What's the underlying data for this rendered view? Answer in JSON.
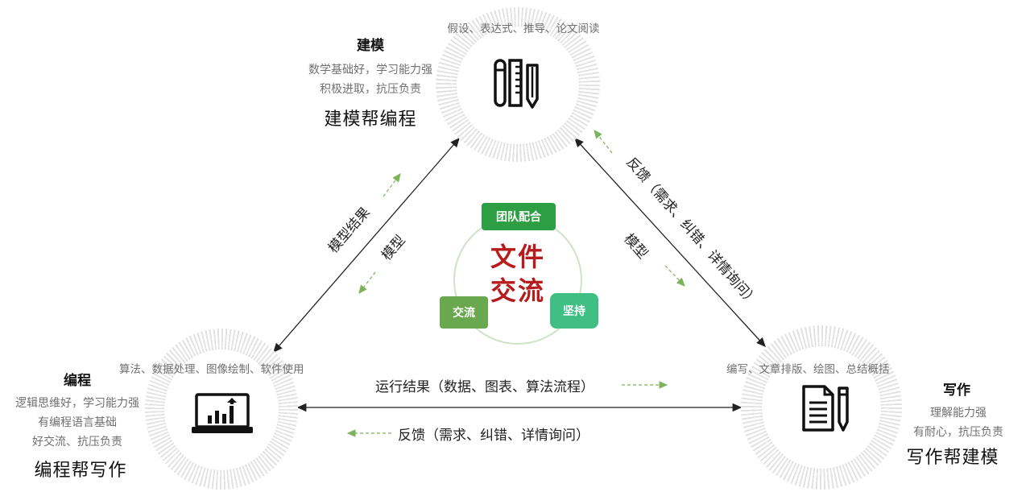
{
  "modeling": {
    "title": "建模",
    "traits_1": "数学基础好，学习能力强",
    "traits_2": "积极进取，抗压负责",
    "role": "建模帮编程",
    "tasks": "假设、表达式、推导、论文阅读",
    "icon": "pencil-ruler-icon"
  },
  "programming": {
    "title": "编程",
    "traits_1": "逻辑思维好，学习能力强",
    "traits_2": "有编程语言基础",
    "traits_3": "好交流、抗压负责",
    "role": "编程帮写作",
    "tasks": "算法、数据处理、图像绘制、软件使用",
    "icon": "laptop-chart-icon"
  },
  "writing": {
    "title": "写作",
    "traits_1": "理解能力强",
    "traits_2": "有耐心，抗压负责",
    "role": "写作帮建模",
    "tasks": "编写、文章排版、绘图、总结概括",
    "icon": "document-pen-icon"
  },
  "center": {
    "line_1": "文件",
    "line_2": "交流",
    "tag_top": "团队配合",
    "tag_left": "交流",
    "tag_right": "坚持"
  },
  "edges": {
    "left_outer": "模型结果",
    "left_inner": "模型",
    "right_outer": "反馈（需求、纠错、详情询问）",
    "right_inner": "模型",
    "bottom_top": "运行结果（数据、图表、算法流程）",
    "bottom_bottom": "反馈（需求、纠错、详情询问）"
  },
  "colors": {
    "core_text": "#b71c1c",
    "tag_dark_green": "#2e9e44",
    "tag_light_green": "#6aa84f",
    "tag_teal": "#3fbf84",
    "dashed_arrow": "#7cb35a"
  }
}
